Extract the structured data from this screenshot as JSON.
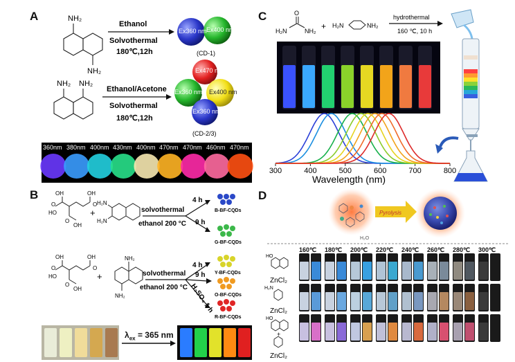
{
  "panels": {
    "A": {
      "letter": "A",
      "top_reaction": {
        "reactant_label": "NH₂",
        "reactant_label_bottom": "NH₂",
        "solvent": "Ethanol",
        "method": "Solvothermal",
        "condition": "180℃,12h",
        "product_spheres": [
          "Ex360 nm",
          "Ex400 nm"
        ],
        "product_name": "(CD-1)"
      },
      "bottom_reaction": {
        "reactant_label_left": "NH₂",
        "reactant_label_right": "NH₂",
        "solvent": "Ethanol/Acetone",
        "method": "Solvothermal",
        "condition": "180℃,12h",
        "product_spheres": [
          "Ex470 nm",
          "Ex360 nm",
          "Ex400 nm",
          "Ex360 nm"
        ],
        "product_name": "(CD-2/3)"
      },
      "strip_labels": [
        "360nm",
        "380nm",
        "400nm",
        "430nm",
        "400nm",
        "470nm",
        "470nm",
        "460nm",
        "470nm"
      ]
    },
    "B": {
      "letter": "B",
      "top_reaction": {
        "reagent_labels": [
          "OH",
          "OH",
          "HO",
          "OH",
          "O",
          "O",
          "O",
          "H₂N",
          "H₂N"
        ],
        "plus": "+",
        "method": "solvothermal",
        "condition": "ethanol 200 °C",
        "branch_1": "4 h",
        "branch_2": "9 h",
        "products": [
          "B-BF-CQDs",
          "G-BF-CQDs"
        ]
      },
      "bottom_reaction": {
        "reagent_labels": [
          "OH",
          "OH",
          "HO",
          "OH",
          "O",
          "O",
          "O",
          "NH₂",
          "NH₂"
        ],
        "plus": "+",
        "method": "solvothermal",
        "condition": "ethanol 200 °C",
        "branch_1": "4 h",
        "branch_2": "9 h",
        "branch_3": "H₂SO₄ 1 h",
        "products": [
          "Y-BF-CQDs",
          "O-BF-CQDs",
          "R-BF-CQDs"
        ]
      },
      "excitation_label": "λ",
      "excitation_sub": "ex",
      "excitation_value": "= 365 nm"
    },
    "C": {
      "letter": "C",
      "reagent_1_labels": [
        "O",
        "H₂N",
        "NH₂"
      ],
      "plus": "+",
      "reagent_2_labels": [
        "H₂N",
        "NH₂"
      ],
      "method": "hydrothermal",
      "condition": "160 ℃, 10 h",
      "xlabel": "Wavelength (nm)",
      "x_ticks": [
        "300",
        "400",
        "500",
        "600",
        "700",
        "800"
      ]
    },
    "D": {
      "letter": "D",
      "scheme_label_1": "Pyrolysis",
      "scheme_label_2": "H₂O",
      "temperatures": [
        "160℃",
        "180℃",
        "200℃",
        "220℃",
        "240℃",
        "260℃",
        "280℃",
        "300℃"
      ],
      "row_labels": [
        {
          "top": "HO",
          "bottom": "ZnCl₂"
        },
        {
          "top": "H₂N",
          "bottom": "ZnCl₂"
        },
        {
          "top": "HO",
          "mid": "+",
          "bottom": "ZnCl₂"
        }
      ]
    }
  },
  "chart_data": {
    "type": "line",
    "title": "",
    "xlabel": "Wavelength (nm)",
    "ylabel": "",
    "xlim": [
      300,
      800
    ],
    "x_ticks": [
      300,
      400,
      500,
      600,
      700,
      800
    ],
    "series_peaks_nm": [
      440,
      460,
      520,
      545,
      565,
      585,
      605,
      625
    ],
    "series_colors": [
      "#2a3fd8",
      "#1a8ee0",
      "#15b04a",
      "#8acb2a",
      "#e6d31f",
      "#f2a21a",
      "#f06a2a",
      "#dd2a2a"
    ]
  }
}
